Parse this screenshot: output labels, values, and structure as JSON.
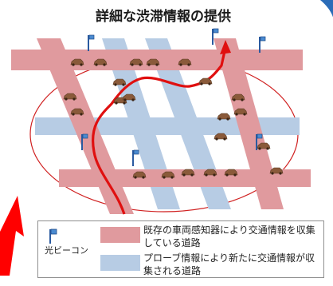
{
  "title": "詳細な渋滞情報の提供",
  "legend": {
    "beacon_label": "光ビーコン",
    "existing_road": "既存の車両感知器により交通情報を収集している道路",
    "probe_road": "プローブ情報により新たに交通情報が収集される道路"
  },
  "colors": {
    "existing_road": "#e09a9e",
    "probe_road": "#b7cce4",
    "route_arrow": "#e01010",
    "ellipse": "#d02020",
    "car": "#8a5a3a",
    "beacon": "#2a5aa0",
    "big_arrow": "#ff0000",
    "corner_circle": "#2b6cb8"
  },
  "icons": {
    "car": "car-icon",
    "beacon": "optical-beacon-icon"
  }
}
